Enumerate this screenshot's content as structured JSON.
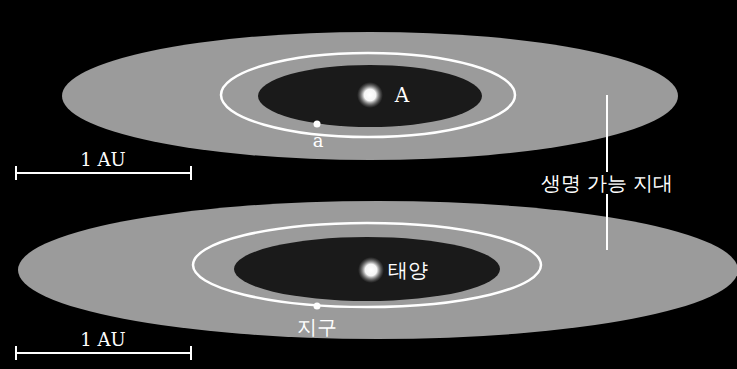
{
  "diagram": {
    "labels": [
      "A",
      "a",
      "1 AU",
      "생명 가능 지대",
      "태양",
      "지구",
      "1 AU"
    ]
  }
}
